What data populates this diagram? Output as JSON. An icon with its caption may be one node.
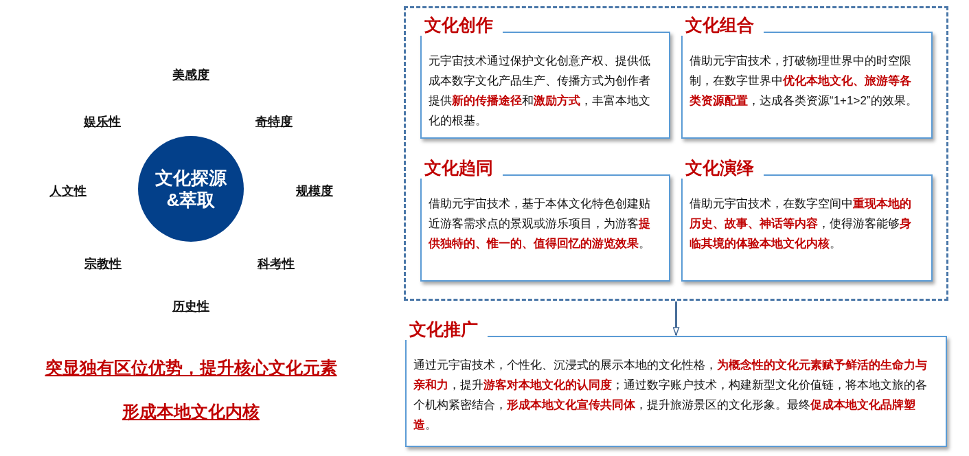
{
  "diagram": {
    "nodes": [
      {
        "text": [
          "文化探源&萃取"
        ]
      },
      {
        "text": [],
        "shape": "box"
      },
      {
        "text": [
          "文化创作",
          "元宇宙技术通过保护文化创意产权、提供低成本数字文化产品生产、传播方式为创作者提供**新的传播途径**和**激励方式**，丰富本地文化的根基。"
        ],
        "in": 1
      },
      {
        "text": [
          "文化组合",
          "借助元宇宙技术，打破物理世界中的时空限制，在数字世界中**优化本地文化、旅游等各类资源配置**，达成各类资源“1+1>2”的效果。"
        ],
        "in": 1
      },
      {
        "text": [
          "文化趋同",
          "借助元宇宙技术，基于本体文化特色创建贴近游客需求点的景观或游乐项目，为游客**提供独特的、惟一的、值得回忆的游览效果**。"
        ],
        "in": 1
      },
      {
        "text": [
          "文化演绎",
          "借助元宇宙技术，在数字空间中**重现本地的历史、故事、神话等内容**，使得游客能够**身临其境的体验本地文化内核**。"
        ],
        "in": 1
      },
      {
        "text": [
          "文化推广",
          "通过元宇宙技术，个性化、沉浸式的展示本地的文化性格，**为概念性的文化元素赋予鲜活的生命力与亲和力**，提升**游客对本地文化的认同度**；通过数字账户技术，构建新型文化价值链，将本地文旅的各个机构紧密结合，**形成本地文化宣传共同体**，提升旅游景区的文化形象。最终**促成本地文化品牌塑造**。"
        ]
      }
    ],
    "edges": [
      {
        "from": 1,
        "to": 6,
        "arrow": "to"
      }
    ],
    "labels": [
      "美感度",
      "娱乐性",
      "奇特度",
      "人文性",
      "规模度",
      "宗教性",
      "科考性",
      "历史性",
      "突显独有区位优势，提升核心文化元素",
      "形成本地文化内核"
    ]
  }
}
